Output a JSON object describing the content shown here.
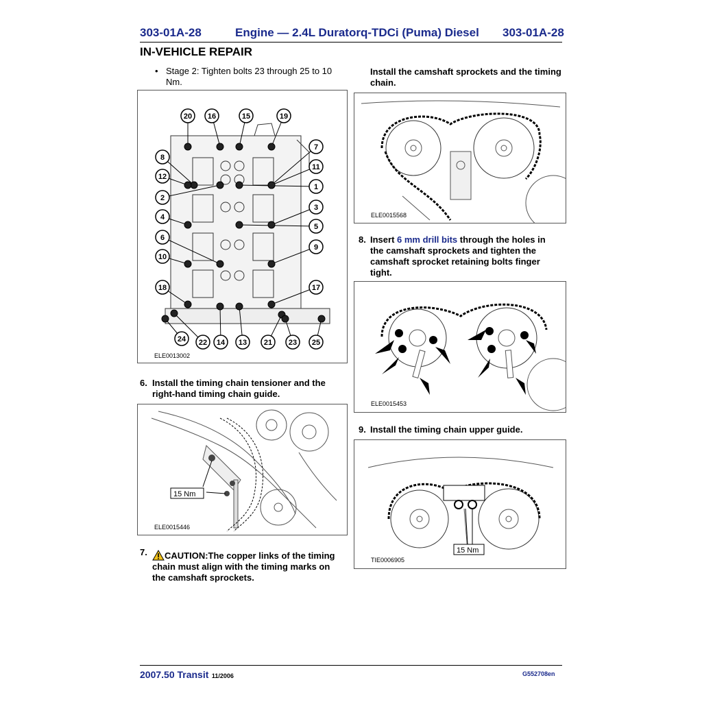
{
  "header": {
    "page_left": "303-01A-28",
    "title": "Engine — 2.4L Duratorq-TDCi (Puma) Diesel",
    "page_right": "303-01A-28",
    "section": "IN-VEHICLE REPAIR"
  },
  "left": {
    "bullet": "•",
    "stage2_line1": "Stage 2: Tighten bolts 23 through 25 to 10",
    "stage2_line2": "Nm.",
    "fig1": {
      "id": "ELE0013002",
      "labels": [
        "20",
        "16",
        "15",
        "19",
        "8",
        "7",
        "12",
        "11",
        "1",
        "2",
        "3",
        "4",
        "5",
        "6",
        "9",
        "10",
        "18",
        "17",
        "24",
        "22",
        "14",
        "13",
        "21",
        "23",
        "25"
      ]
    },
    "step6": {
      "num": "6.",
      "line1": "Install the timing chain tensioner and the",
      "line2": "right-hand timing chain guide."
    },
    "fig2": {
      "id": "ELE0015446",
      "torque": "15 Nm"
    },
    "step7": {
      "num": "7.",
      "caution": "CAUTION:",
      "line1": "The copper links of the timing",
      "line2": "chain must align with the timing marks on",
      "line3": "the camshaft sprockets."
    }
  },
  "right": {
    "intro": {
      "line1": "Install the camshaft sprockets and the timing",
      "line2": "chain."
    },
    "fig3": {
      "id": "ELE0015568"
    },
    "step8": {
      "num": "8.",
      "pre": "Insert ",
      "link": "6 mm drill bits",
      "post": " through the holes in",
      "line2": "the camshaft sprockets and tighten the",
      "line3": "camshaft sprocket retaining bolts finger",
      "line4": "tight."
    },
    "fig4": {
      "id": "ELE0015453"
    },
    "step9": {
      "num": "9.",
      "text": "Install the timing chain upper guide."
    },
    "fig5": {
      "id": "TIE0006905",
      "torque": "15 Nm"
    }
  },
  "footer": {
    "model": "2007.50 Transit",
    "date": "11/2006",
    "code": "G552708en"
  },
  "colors": {
    "heading_blue": "#1a2a8c",
    "caution_yellow": "#f2c21b"
  }
}
